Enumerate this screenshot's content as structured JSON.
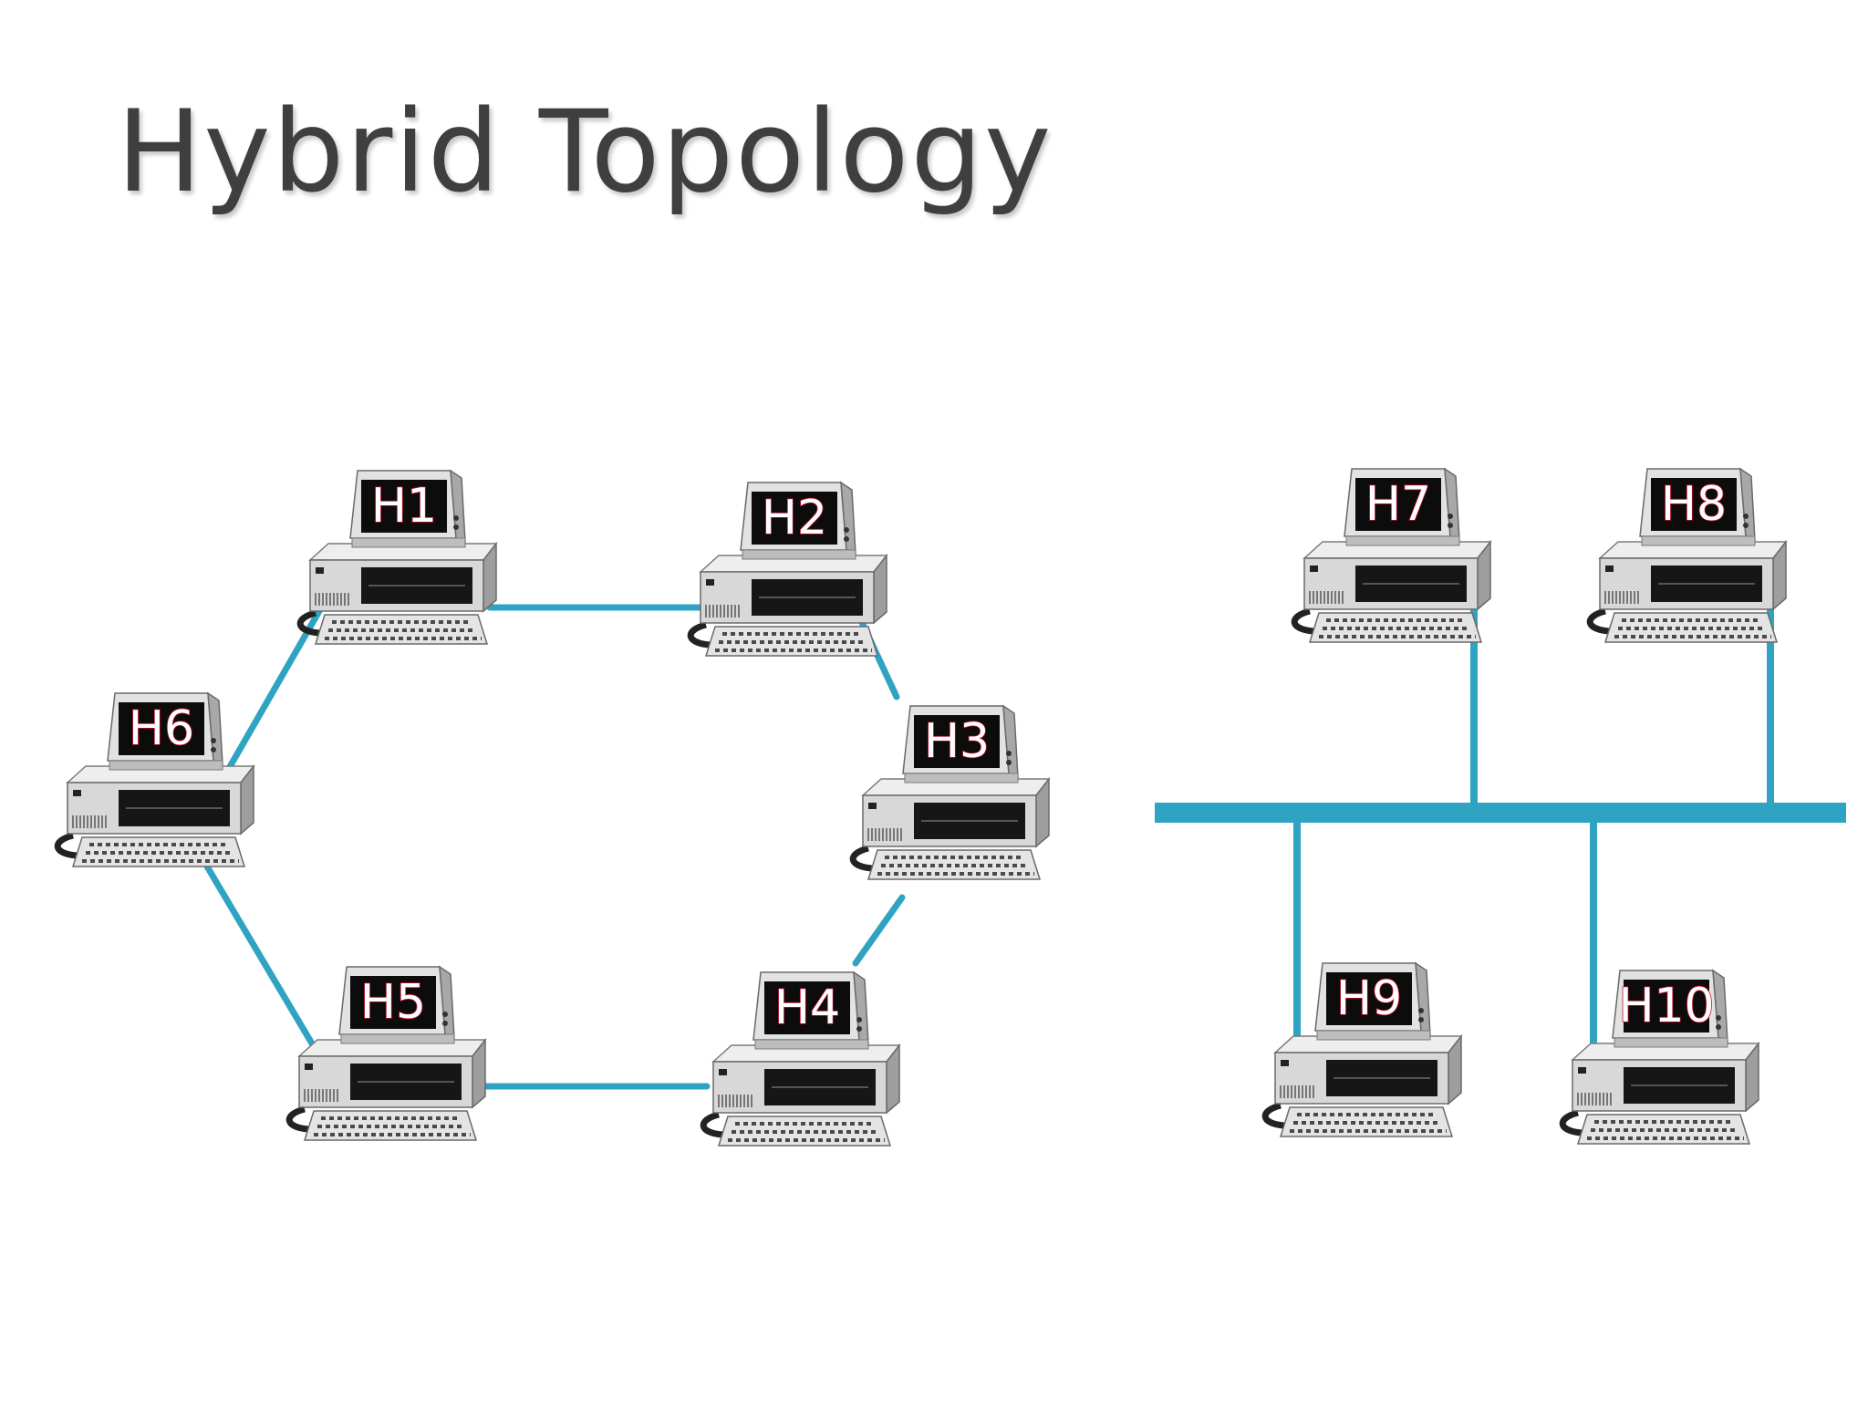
{
  "title": "Hybrid Topology",
  "colors": {
    "link": "#2fa4c2",
    "screen": "#0c0c0c",
    "case": "#d8d8d8",
    "label_text": "#ffffff",
    "label_outline": "#c8102e"
  },
  "icons": {
    "host": "desktop-computer-icon"
  },
  "ring": {
    "hosts": [
      "H1",
      "H2",
      "H3",
      "H4",
      "H5",
      "H6"
    ],
    "links": [
      [
        "H1",
        "H2"
      ],
      [
        "H2",
        "H3"
      ],
      [
        "H3",
        "H4"
      ],
      [
        "H4",
        "H5"
      ],
      [
        "H5",
        "H6"
      ],
      [
        "H6",
        "H1"
      ]
    ]
  },
  "bus": {
    "hosts_top": [
      "H7",
      "H8"
    ],
    "hosts_bottom": [
      "H9",
      "H10"
    ]
  }
}
